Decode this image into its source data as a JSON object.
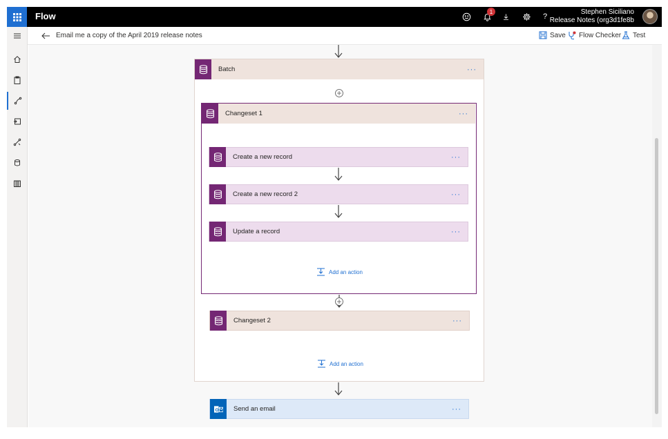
{
  "app": {
    "title": "Flow"
  },
  "user": {
    "name": "Stephen Siciliano",
    "environment": "Release Notes (org3d1fe8b"
  },
  "notifications": {
    "count": "1"
  },
  "flow": {
    "name": "Email me a copy of the April 2019 release notes"
  },
  "commands": {
    "save": "Save",
    "flow_checker": "Flow Checker",
    "test": "Test"
  },
  "topbar_icons": [
    "smiley-icon",
    "notification-bell-icon",
    "download-icon",
    "settings-gear-icon",
    "help-icon"
  ],
  "rail_icons": [
    "menu-icon",
    "home-icon",
    "clipboard-icon",
    "my-flows-icon",
    "approvals-icon",
    "templates-icon",
    "data-icon",
    "learn-icon"
  ],
  "colors": {
    "accent": "#1f6fd1",
    "cds_purple": "#742774",
    "batch_header": "#efe3dd",
    "action_header": "#eddced",
    "email_header": "#dde9f8",
    "outlook_blue": "#0364b8"
  },
  "batch": {
    "title": "Batch",
    "more": "···"
  },
  "changeset1": {
    "title": "Changeset 1",
    "more": "···",
    "actions": [
      {
        "title": "Create a new record",
        "more": "···"
      },
      {
        "title": "Create a new record 2",
        "more": "···"
      },
      {
        "title": "Update a record",
        "more": "···"
      }
    ],
    "add_action": "Add an action"
  },
  "changeset2": {
    "title": "Changeset 2",
    "more": "···"
  },
  "batch_add_action": "Add an action",
  "send_email": {
    "title": "Send an email",
    "more": "···"
  }
}
